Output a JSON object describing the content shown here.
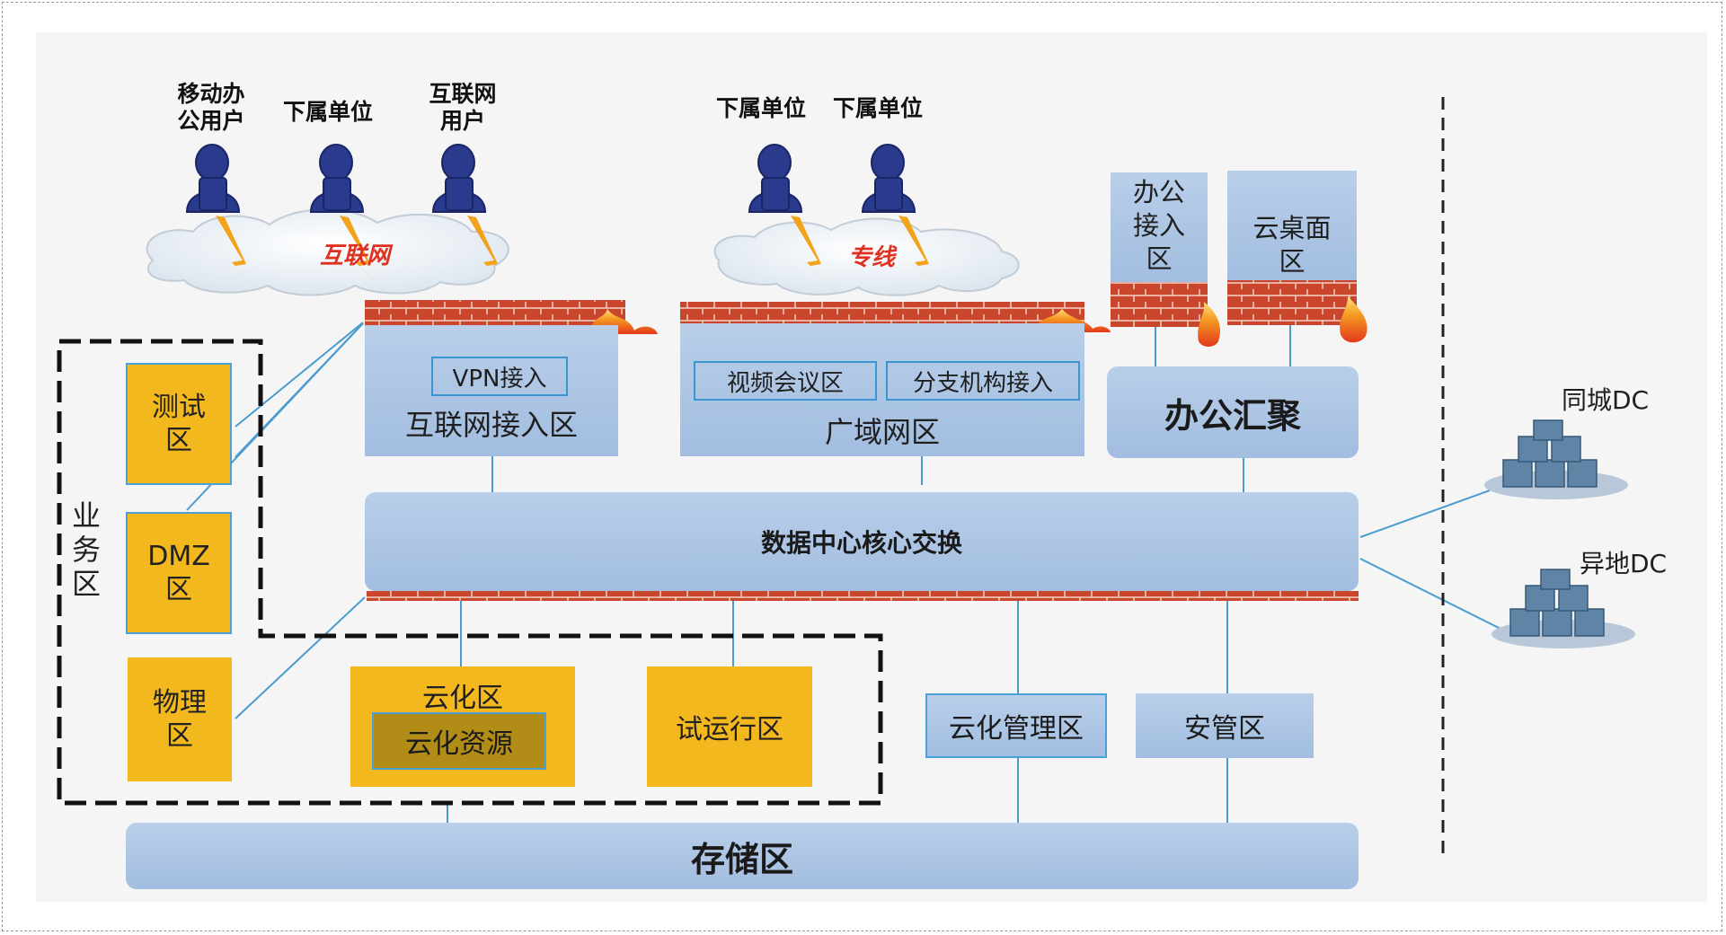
{
  "users": {
    "mobile": "移动办\n公用户",
    "sub1": "下属单位",
    "internet_user": "互联网\n用户",
    "sub2": "下属单位",
    "sub3": "下属单位"
  },
  "clouds": {
    "internet": "互联网",
    "private_line": "专线"
  },
  "zones": {
    "internet_access": {
      "title": "互联网接入区",
      "sub": "VPN接入"
    },
    "wan": {
      "title": "广域网区",
      "sub1": "视频会议区",
      "sub2": "分支机构接入"
    },
    "office_access": "办公\n接入\n区",
    "cloud_desktop": "云桌面\n区",
    "office_agg": "办公汇聚",
    "core": "数据中心核心交换",
    "storage": "存储区",
    "cloud_mgmt": "云化管理区",
    "security_mgmt": "安管区",
    "business": "业\n务\n区",
    "test": "测试\n区",
    "dmz": "DMZ\n区",
    "physical": "物理\n区",
    "cloud": "云化区",
    "cloud_resource": "云化资源",
    "trial": "试运行区"
  },
  "dc": {
    "same_city": "同城DC",
    "remote": "异地DC"
  },
  "colors": {
    "zone_blue": "#a9c3e4",
    "zone_gold": "#f3b81e",
    "firewall_red": "#c9452b",
    "link": "#4a9bd0"
  }
}
